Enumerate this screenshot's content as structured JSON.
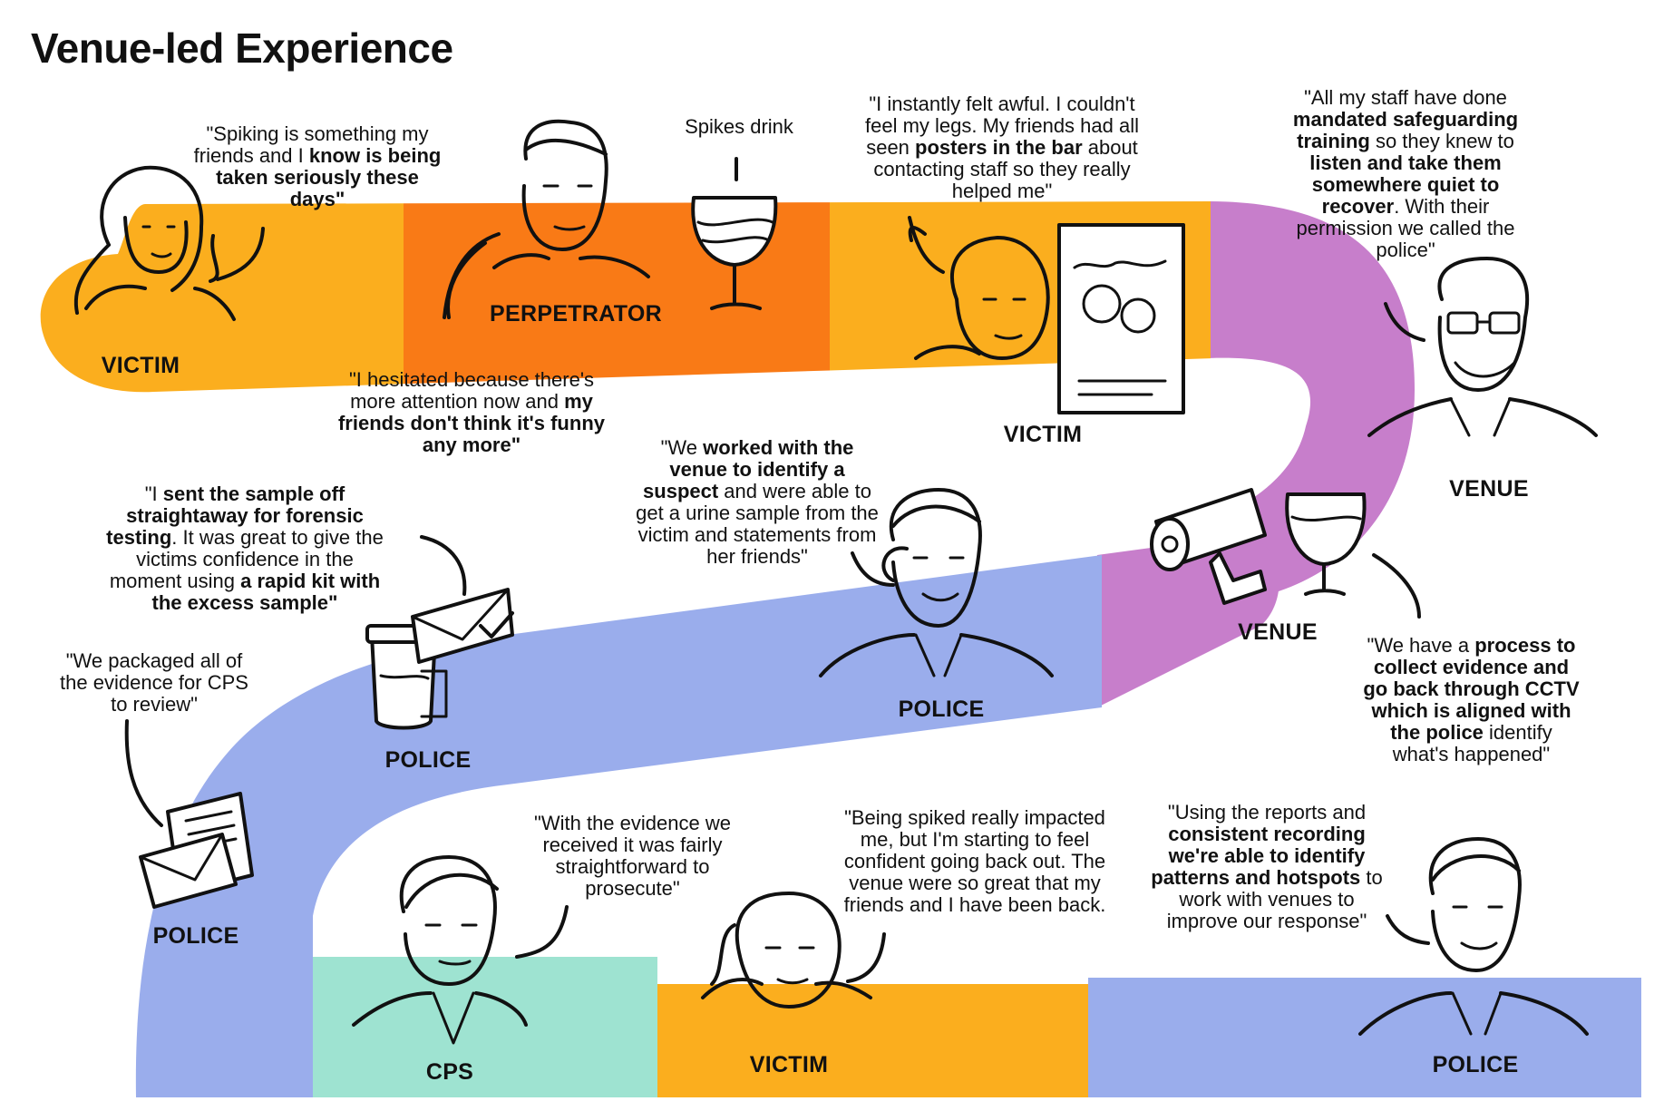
{
  "title": "Venue-led Experience",
  "colors": {
    "victim": "#FBAE1E",
    "perpetrator": "#F97A16",
    "venue": "#C77ECB",
    "police": "#9AADEC",
    "cps": "#9EE3D1"
  },
  "captions": {
    "spikes_drink": "Spikes drink"
  },
  "roles": {
    "victim_1": "VICTIM",
    "perpetrator": "PERPETRATOR",
    "victim_2": "VICTIM",
    "venue_1": "VENUE",
    "venue_2": "VENUE",
    "police_1": "POLICE",
    "police_2": "POLICE",
    "police_3": "POLICE",
    "cps": "CPS",
    "victim_3": "VICTIM",
    "police_4": "POLICE"
  },
  "quotes": {
    "victim_1": [
      {
        "t": "\"Spiking is something my friends and I ",
        "b": false
      },
      {
        "t": "know is being taken seriously these days\"",
        "b": true
      }
    ],
    "perpetrator": [
      {
        "t": "\"I hesitated because there's more attention now and ",
        "b": false
      },
      {
        "t": "my friends don't think it's funny any more\"",
        "b": true
      }
    ],
    "victim_2": [
      {
        "t": "\"I instantly felt awful. I couldn't feel my legs. My friends had all seen ",
        "b": false
      },
      {
        "t": "posters in the bar",
        "b": true
      },
      {
        "t": " about contacting staff so they really helped me\"",
        "b": false
      }
    ],
    "venue_1": [
      {
        "t": "\"All my staff have done ",
        "b": false
      },
      {
        "t": "mandated safeguarding training",
        "b": true
      },
      {
        "t": " so they knew to ",
        "b": false
      },
      {
        "t": "listen and take them somewhere quiet to recover",
        "b": true
      },
      {
        "t": ". With their permission we called the police\"",
        "b": false
      }
    ],
    "venue_2": [
      {
        "t": "\"We have a ",
        "b": false
      },
      {
        "t": "process to collect evidence and go back through CCTV which is aligned with the police",
        "b": true
      },
      {
        "t": " identify what's happened\"",
        "b": false
      }
    ],
    "police_1": [
      {
        "t": "\"We ",
        "b": false
      },
      {
        "t": "worked with the venue to identify a suspect",
        "b": true
      },
      {
        "t": " and were able to get a urine sample from the victim and statements from her friends\"",
        "b": false
      }
    ],
    "police_2": [
      {
        "t": "\"I ",
        "b": false
      },
      {
        "t": "sent the sample off straightaway for forensic testing",
        "b": true
      },
      {
        "t": ". It was great to give the victims confidence in the moment using ",
        "b": false
      },
      {
        "t": "a rapid kit with the excess sample\"",
        "b": true
      }
    ],
    "police_3": [
      {
        "t": "\"We packaged all of the evidence for CPS to review\"",
        "b": false
      }
    ],
    "cps": [
      {
        "t": "\"With the evidence we received it was fairly straightforward to prosecute\"",
        "b": false
      }
    ],
    "victim_3": [
      {
        "t": "\"Being spiked really impacted me, but I'm starting to feel confident going back out. The venue were so great that my friends and I have been back.",
        "b": false
      }
    ],
    "police_4": [
      {
        "t": "\"Using the reports and ",
        "b": false
      },
      {
        "t": "consistent recording we're able to identify patterns and hotspots",
        "b": true
      },
      {
        "t": " to work with venues to improve our response\"",
        "b": false
      }
    ]
  }
}
